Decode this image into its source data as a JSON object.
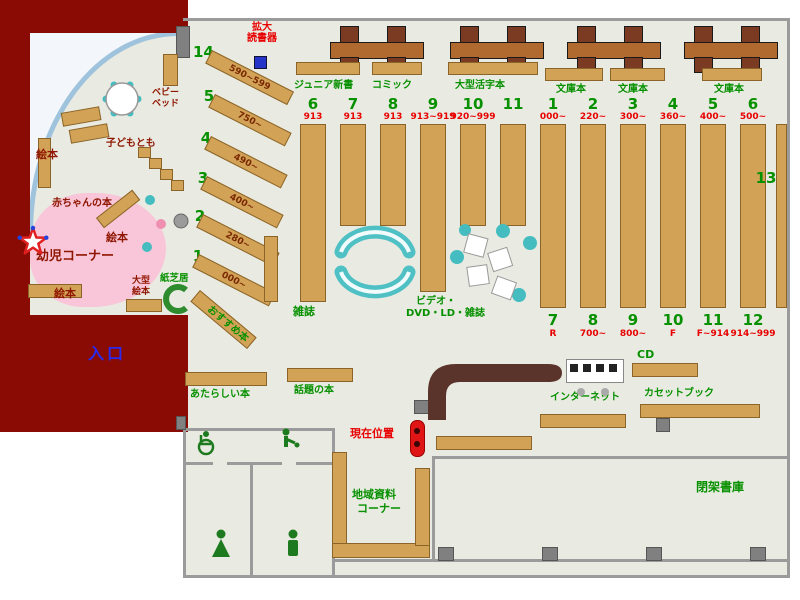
{
  "colors": {
    "maroon": "#8a0b04",
    "floor": "#e9ebe2",
    "shelf_tan": "#d2a257",
    "green_text": "#079000",
    "red_text": "#e80000",
    "blue_text": "#2a2af0",
    "teal": "#45bcc0",
    "pink": "#f8c6d8",
    "counter_brown": "#5a332b"
  },
  "labels": {
    "entrance": "入口",
    "reader_l1": "拡大",
    "reader_l2": "読書器",
    "baby_bed_l1": "ベビー",
    "baby_bed_l2": "ベッド",
    "kodomo": "子どもとも",
    "baby_books": "赤ちゃんの本",
    "infant_corner": "幼児コーナー",
    "ehon": "絵本",
    "large_ehon_l1": "大型",
    "large_ehon_l2": "絵本",
    "kamishibai": "紙芝居",
    "osusume": "おすすめ本",
    "junior": "ジュニア新書",
    "comic": "コミック",
    "large_print": "大型活字本",
    "bunko": "文庫本",
    "zasshi": "雑誌",
    "video_l1": "ビデオ・",
    "video_l2": "DVD・LD・雑誌",
    "new_books": "あたらしい本",
    "topic_books": "話題の本",
    "current_pos": "現在位置",
    "cd": "CD",
    "internet": "インターネット",
    "cassette": "カセットブック",
    "local_l1": "地域資料",
    "local_l2": "コーナー",
    "closed_stacks": "閉架書庫",
    "shelf13": "13"
  },
  "kids_shelves": [
    {
      "num": "14",
      "range": "590~599"
    },
    {
      "num": "5",
      "range": "750~"
    },
    {
      "num": "4",
      "range": "490~"
    },
    {
      "num": "3",
      "range": "400~"
    },
    {
      "num": "2",
      "range": "280~"
    },
    {
      "num": "1",
      "range": "000~"
    }
  ],
  "mid_shelves": [
    {
      "num": "6",
      "range": "913"
    },
    {
      "num": "7",
      "range": "913"
    },
    {
      "num": "8",
      "range": "913"
    },
    {
      "num": "9",
      "range": "913~919"
    },
    {
      "num": "10",
      "range": "920~999"
    },
    {
      "num": "11",
      "range": ""
    }
  ],
  "right_shelves_top": [
    {
      "num": "1",
      "range": "000~"
    },
    {
      "num": "2",
      "range": "220~"
    },
    {
      "num": "3",
      "range": "300~"
    },
    {
      "num": "4",
      "range": "360~"
    },
    {
      "num": "5",
      "range": "400~"
    },
    {
      "num": "6",
      "range": "500~"
    }
  ],
  "right_shelves_bottom": [
    {
      "num": "7",
      "range": "R"
    },
    {
      "num": "8",
      "range": "700~"
    },
    {
      "num": "9",
      "range": "800~"
    },
    {
      "num": "10",
      "range": "F"
    },
    {
      "num": "11",
      "range": "F~914"
    },
    {
      "num": "12",
      "range": "914~999"
    }
  ]
}
